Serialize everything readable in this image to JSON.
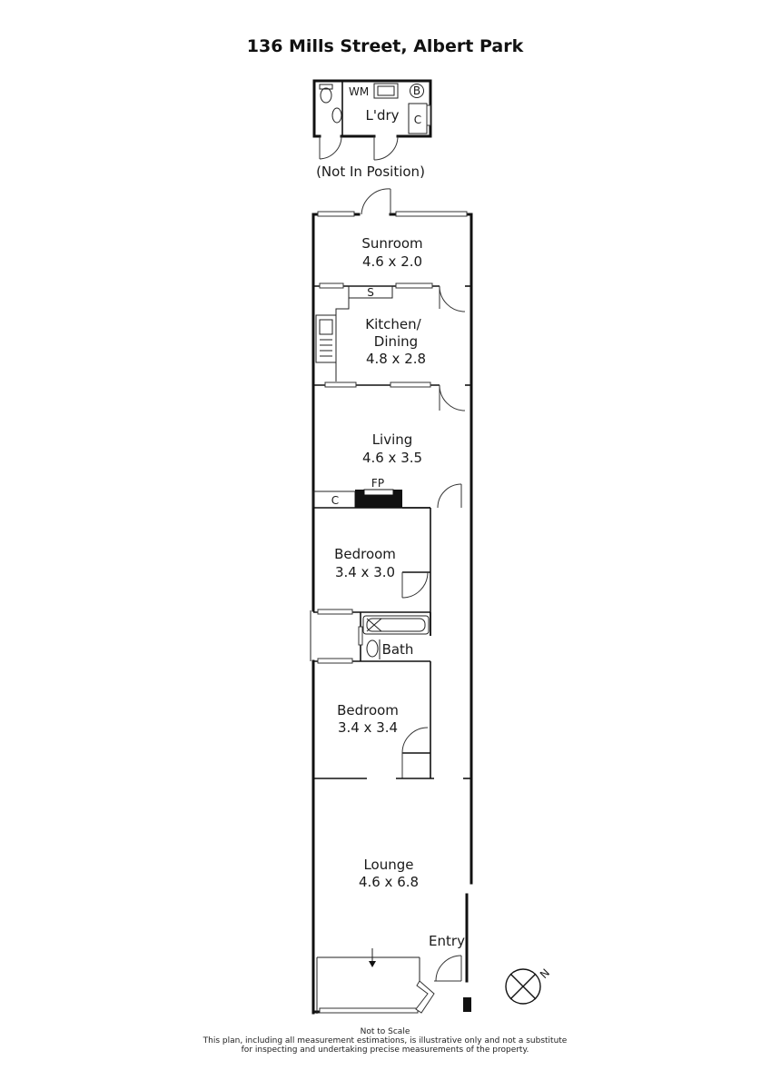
{
  "title": "136 Mills Street, Albert Park",
  "annex": {
    "label_wm": "WM",
    "label_b": "B",
    "label_ldry": "L'dry",
    "label_c": "C",
    "position_note": "(Not In Position)"
  },
  "rooms": {
    "sunroom": {
      "name": "Sunroom",
      "size": "4.6 x 2.0"
    },
    "kitchen": {
      "name_line1": "Kitchen/",
      "name_line2": "Dining",
      "size": "4.8 x 2.8",
      "label_s": "S"
    },
    "living": {
      "name": "Living",
      "size": "4.6 x 3.5",
      "label_fp": "FP",
      "label_c": "C"
    },
    "bedroom1": {
      "name": "Bedroom",
      "size": "3.4 x 3.0"
    },
    "bath": {
      "name": "Bath"
    },
    "bedroom2": {
      "name": "Bedroom",
      "size": "3.4 x 3.4"
    },
    "lounge": {
      "name": "Lounge",
      "size": "4.6 x 6.8"
    },
    "entry": {
      "name": "Entry"
    }
  },
  "compass": {
    "label": "N"
  },
  "footer": {
    "line1": "Not to Scale",
    "line2": "This plan, including all measurement estimations, is illustrative only and not a substitute",
    "line3": "for inspecting and undertaking precise measurements of the property."
  }
}
